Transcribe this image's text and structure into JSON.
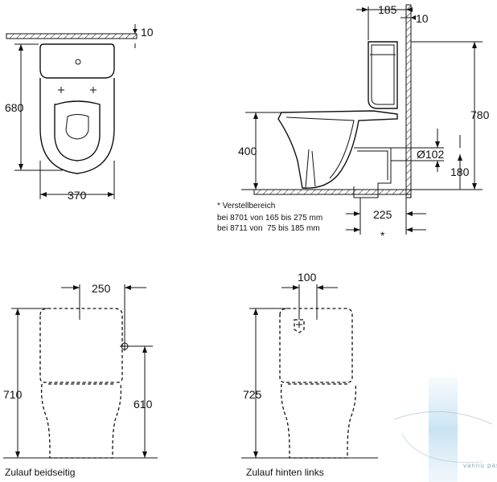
{
  "top_view": {
    "width": "370",
    "depth": "680",
    "wall_gap": "10"
  },
  "side_view": {
    "cistern_depth": "185",
    "wall_gap": "10",
    "total_height": "780",
    "seat_height": "400",
    "outlet_diameter": "Ø102",
    "outlet_height": "180",
    "outlet_distance": "225",
    "adjust_marker": "*",
    "note_title": "* Verstellbereich",
    "note_line1": "bei 8701 von 165 bis 275 mm",
    "note_line2": "bei 8711 von  75 bis 185 mm"
  },
  "front_left": {
    "inlet_offset": "250",
    "total_height": "710",
    "inlet_height": "610",
    "caption": "Zulauf beidseitig"
  },
  "front_right": {
    "inlet_offset": "100",
    "total_height": "725",
    "caption": "Zulauf hinten links"
  },
  "watermark": {
    "brand": "vannu pasauļe"
  }
}
